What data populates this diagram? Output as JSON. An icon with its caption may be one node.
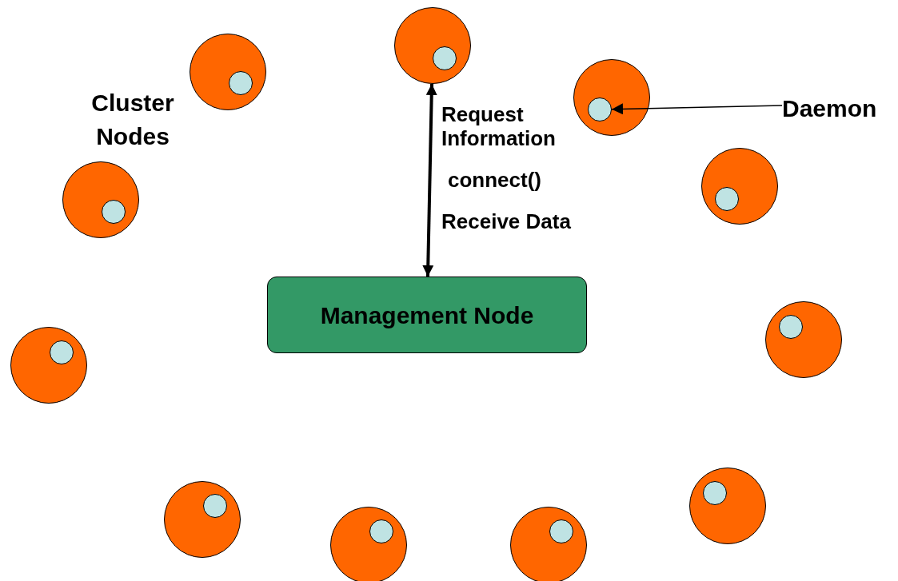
{
  "diagram": {
    "nodes": [
      {
        "text": [],
        "shape": "circle"
      },
      {
        "text": [],
        "shape": "circle",
        "in": 0
      },
      {
        "text": [],
        "shape": "circle"
      },
      {
        "text": [],
        "shape": "circle",
        "in": 2
      },
      {
        "text": [],
        "shape": "circle"
      },
      {
        "text": [],
        "shape": "circle",
        "in": 4
      },
      {
        "text": [],
        "shape": "circle"
      },
      {
        "text": [],
        "shape": "circle",
        "in": 6
      },
      {
        "text": [],
        "shape": "circle"
      },
      {
        "text": [],
        "shape": "circle",
        "in": 8
      },
      {
        "text": [
          "Management Node"
        ]
      },
      {
        "text": [],
        "shape": "circle"
      },
      {
        "text": [],
        "shape": "circle",
        "in": 11
      },
      {
        "text": [],
        "shape": "circle"
      },
      {
        "text": [],
        "shape": "circle",
        "in": 13
      },
      {
        "text": [],
        "shape": "circle"
      },
      {
        "text": [],
        "shape": "circle",
        "in": 15
      },
      {
        "text": [],
        "shape": "circle"
      },
      {
        "text": [],
        "shape": "circle",
        "in": 17
      },
      {
        "text": [],
        "shape": "circle"
      },
      {
        "text": [],
        "shape": "circle",
        "in": 19
      },
      {
        "text": [],
        "shape": "circle"
      },
      {
        "text": [],
        "shape": "circle",
        "in": 21
      },
      {
        "text": [
          "Daemon"
        ]
      }
    ],
    "edges": [
      {
        "from": 10,
        "to": 0,
        "arrow": "both",
        "label": "connect()",
        "style": "thick"
      },
      {
        "from": 23,
        "to": 5,
        "arrow": "to"
      }
    ],
    "labels": [
      "Cluster Nodes",
      "Request Information",
      "Receive Data"
    ]
  }
}
